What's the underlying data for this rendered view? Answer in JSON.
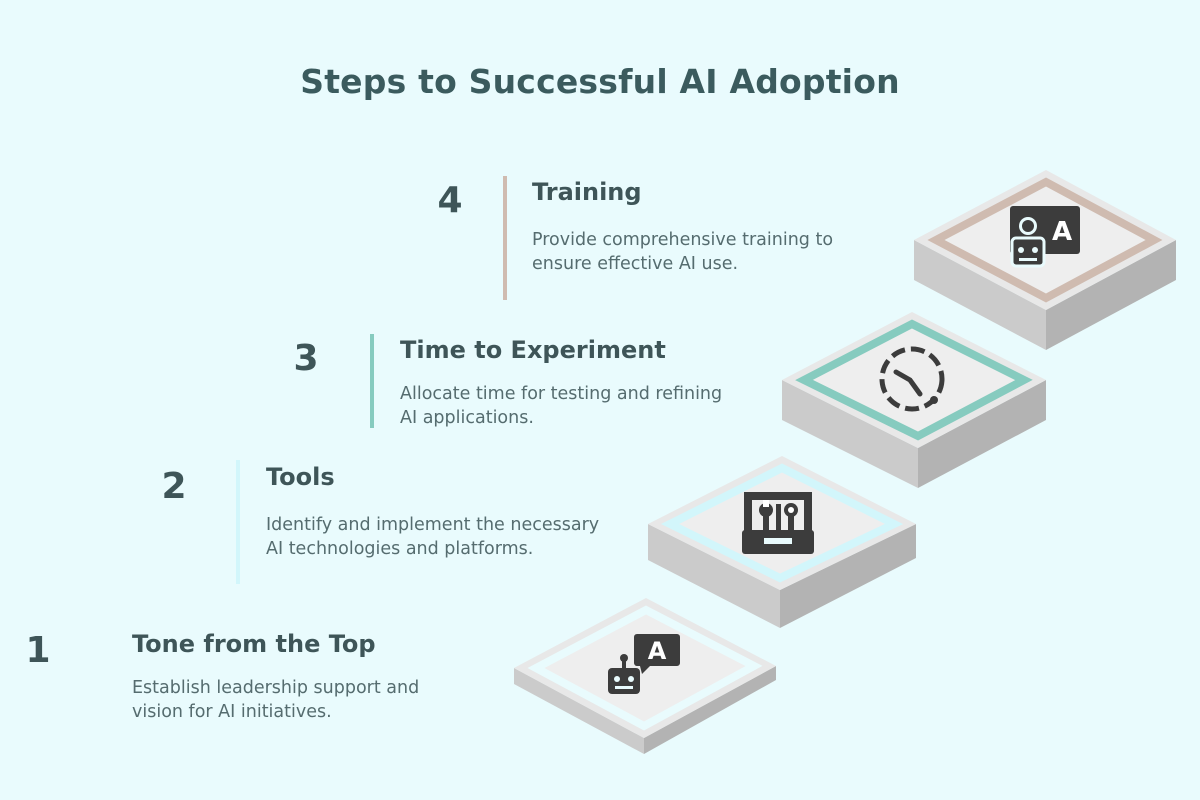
{
  "title": "Steps to Successful AI Adoption",
  "steps": [
    {
      "number": "1",
      "title": "Tone from the Top",
      "description": "Establish leadership support and vision for AI initiatives.",
      "icon": "robot-chat-icon",
      "accent": "#e9fbfd"
    },
    {
      "number": "2",
      "title": "Tools",
      "description": "Identify and implement the necessary AI technologies and platforms.",
      "icon": "toolbox-icon",
      "accent": "#d2f6fb"
    },
    {
      "number": "3",
      "title": "Time to Experiment",
      "description": "Allocate time for testing and refining AI applications.",
      "icon": "clock-icon",
      "accent": "#86cbbf"
    },
    {
      "number": "4",
      "title": "Training",
      "description": "Provide comprehensive training to ensure effective AI use.",
      "icon": "robot-chat-icon",
      "accent": "#cfbbb0"
    }
  ],
  "colors": {
    "background": "#e9fbfd",
    "heading": "#3b5b5e",
    "text": "#556c6f",
    "stair_top": "#e3e3e3",
    "stair_front": "#c8c8c8",
    "stair_side": "#b6b6b6",
    "icon": "#3c3c3c"
  }
}
